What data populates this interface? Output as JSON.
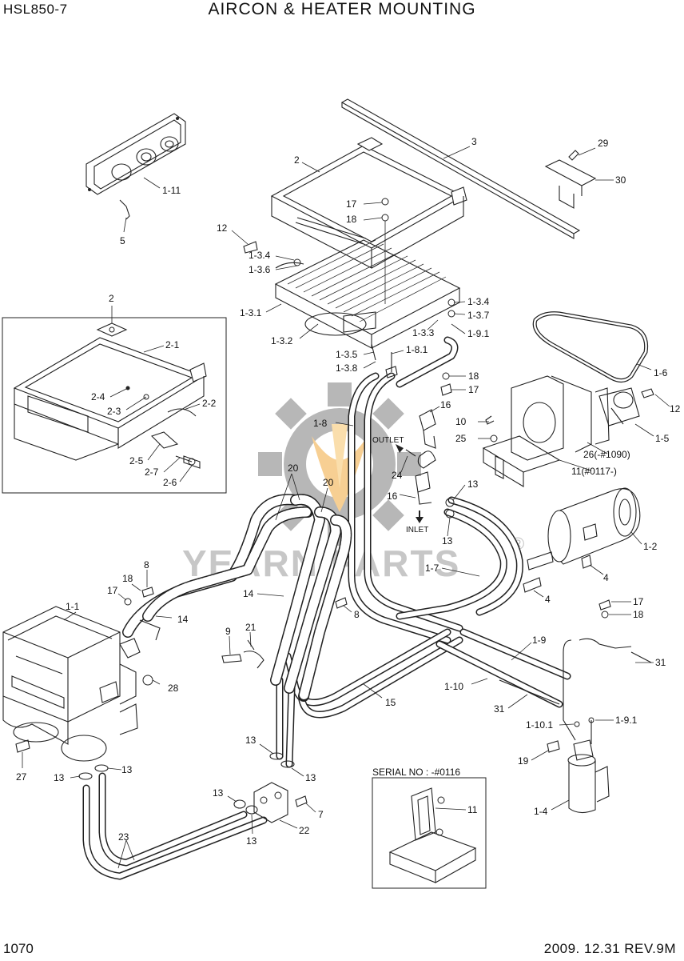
{
  "header": {
    "model": "HSL850-7",
    "title": "AIRCON & HEATER MOUNTING"
  },
  "footer": {
    "page": "1070",
    "revision": "2009. 12.31  REV.9M"
  },
  "watermark": {
    "brand": "YEARN PARTS",
    "registered": "®"
  },
  "callouts": {
    "c3": "3",
    "c29": "29",
    "c30": "30",
    "c2": "2",
    "c17a": "17",
    "c18a": "18",
    "c12a": "12",
    "c1_3_4a": "1-3.4",
    "c1_3_6": "1-3.6",
    "c1_3_1": "1-3.1",
    "c1_3_2": "1-3.2",
    "c1_3_3": "1-3.3",
    "c1_3_4b": "1-3.4",
    "c1_3_7": "1-3.7",
    "c1_9_1a": "1-9.1",
    "c1_3_5": "1-3.5",
    "c1_3_8": "1-3.8",
    "c1_8_1": "1-8.1",
    "c18b": "18",
    "c17b": "17",
    "c1_11": "1-11",
    "c5": "5",
    "c1_6": "1-6",
    "c12b": "12",
    "c1_5": "1-5",
    "c26": "26(-#1090)",
    "c11a": "11(#0117-)",
    "c10": "10",
    "c25": "25",
    "c16a": "16",
    "c1_8": "1-8",
    "outlet": "OUTLET",
    "c24": "24",
    "c20a": "20",
    "c20b": "20",
    "c16b": "16",
    "c13a": "13",
    "c13b": "13",
    "inlet": "INLET",
    "c1_2": "1-2",
    "c4a": "4",
    "c1_7": "1-7",
    "c4b": "4",
    "c17c": "17",
    "c18c": "18",
    "c1_9": "1-9",
    "c31a": "31",
    "c1_10": "1-10",
    "c31b": "31",
    "c15": "15",
    "c1_10_1": "1-10.1",
    "c1_9_1b": "1-9.1",
    "c19": "19",
    "c1_4": "1-4",
    "c8a": "8",
    "c18d": "18",
    "c17d": "17",
    "c14a": "14",
    "c14b": "14",
    "c8b": "8",
    "c1_1": "1-1",
    "c9": "9",
    "c21": "21",
    "c28": "28",
    "c27": "27",
    "c13c": "13",
    "c13d": "13",
    "c13e": "13",
    "c13f": "13",
    "c13g": "13",
    "c13h": "13",
    "c7": "7",
    "c22": "22",
    "c23": "23",
    "inset_2": "2",
    "inset_2_1": "2-1",
    "inset_2_4": "2-4",
    "inset_2_3": "2-3",
    "inset_2_2": "2-2",
    "inset_2_5": "2-5",
    "inset_2_7": "2-7",
    "inset_2_6": "2-6",
    "serial_label": "SERIAL NO : -#0116",
    "serial_11": "11"
  }
}
